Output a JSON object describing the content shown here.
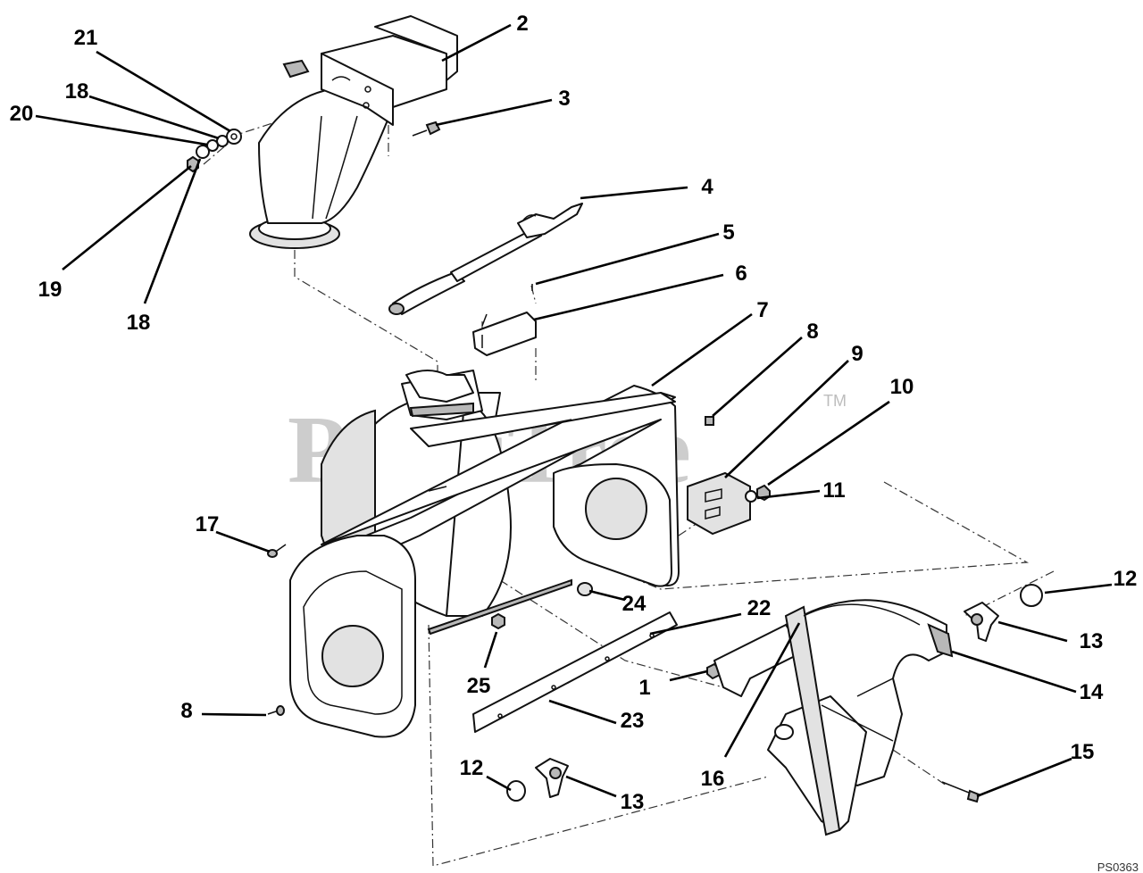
{
  "watermark": {
    "brand": "PartsTree",
    "trademark": "TM"
  },
  "diagram_code": "PS0363",
  "callouts": [
    {
      "label": "1"
    },
    {
      "label": "2"
    },
    {
      "label": "3"
    },
    {
      "label": "4"
    },
    {
      "label": "5"
    },
    {
      "label": "6"
    },
    {
      "label": "7"
    },
    {
      "label": "8"
    },
    {
      "label": "8"
    },
    {
      "label": "9"
    },
    {
      "label": "10"
    },
    {
      "label": "11"
    },
    {
      "label": "12"
    },
    {
      "label": "12"
    },
    {
      "label": "13"
    },
    {
      "label": "13"
    },
    {
      "label": "14"
    },
    {
      "label": "15"
    },
    {
      "label": "16"
    },
    {
      "label": "17"
    },
    {
      "label": "18"
    },
    {
      "label": "18"
    },
    {
      "label": "19"
    },
    {
      "label": "20"
    },
    {
      "label": "21"
    },
    {
      "label": "22"
    },
    {
      "label": "23"
    },
    {
      "label": "24"
    },
    {
      "label": "25"
    }
  ]
}
